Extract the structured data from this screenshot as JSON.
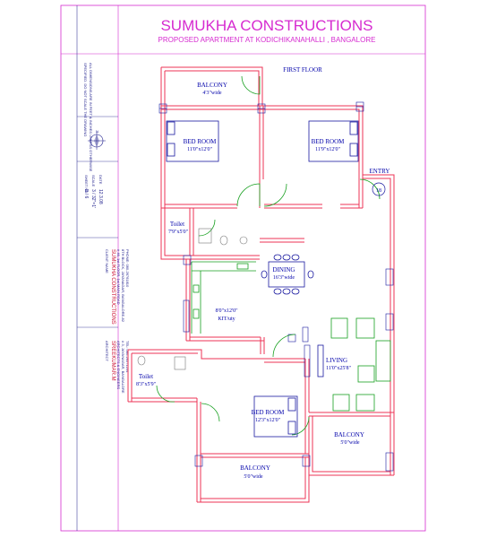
{
  "title": {
    "company": "SUMUKHA CONSTRUCTIONS",
    "project": "PROPOSED APARTMENT AT KODICHIKANAHALLI , BANGALORE"
  },
  "floor_label": "FIRST FLOOR",
  "rooms": {
    "balcony_top": {
      "name": "BALCONY",
      "size": "4'3\"wide"
    },
    "bedroom_left": {
      "name": "BED ROOM",
      "size": "11'0\"x12'0\""
    },
    "bedroom_right": {
      "name": "BED ROOM",
      "size": "11'9\"x12'0\""
    },
    "entry": {
      "name": "ENTRY",
      "number": "18"
    },
    "toilet_top": {
      "name": "Toilet",
      "size": "7'9\"x5'0\""
    },
    "dining": {
      "name": "DINING",
      "size": "16'3\"wide"
    },
    "kitchen": {
      "size": "8'0\"x12'0\"",
      "name": "KIT/uty"
    },
    "living": {
      "name": "LIVING",
      "size": "11'0\"x25'8\""
    },
    "toilet_bottom": {
      "name": "Toilet",
      "size": "8'3\"x5'9\""
    },
    "bedroom_bottom": {
      "name": "BED ROOM",
      "size": "12'3\"x12'0\""
    },
    "balcony_right": {
      "name": "BALCONY",
      "size": "5'0\"wide"
    },
    "balcony_bottom": {
      "name": "BALCONY",
      "size": "5'0\"wide"
    }
  },
  "sidebar": {
    "note_line1": "ALL DIMENSIONS ARE IN FEET & INCHES UNLESS OTHERWISE",
    "note_line2": "SPECIFIED. DO NOT SCALE THE DRAWING",
    "north": "N",
    "sheet_label": "SHEET NO",
    "sheet_value": "B / 6",
    "scale_label": "SCALE",
    "scale_value": "3 / 32\"=1'",
    "date_label": "DATE",
    "date_value": "12.3.08",
    "client_label": "CLIENT NAME",
    "client_name": "SUMUKHA CONSTRUCTIONS",
    "client_addr1": "# 46, 1st FLOOR, 1st MAIN ROAD",
    "client_addr2": "8TH BLOCK, JAYANAGAR, BANGALORE-82",
    "client_addr3": "PHONE: 080-26761810",
    "architect_label": "ARCHITECT",
    "architect_name": "SREEKUMAR.M",
    "architect_addr1": "ARCHITECTS & ENGINEERS",
    "architect_addr2": "# 3, JAYANAGAR, BANGALORE",
    "architect_phone": "TEL: 080-26571234"
  },
  "colors": {
    "border": "#d62bd0",
    "walls": "#ee3355",
    "furniture": "#1a1aa0",
    "fixtures": "#18a020",
    "text": "#0000aa"
  }
}
